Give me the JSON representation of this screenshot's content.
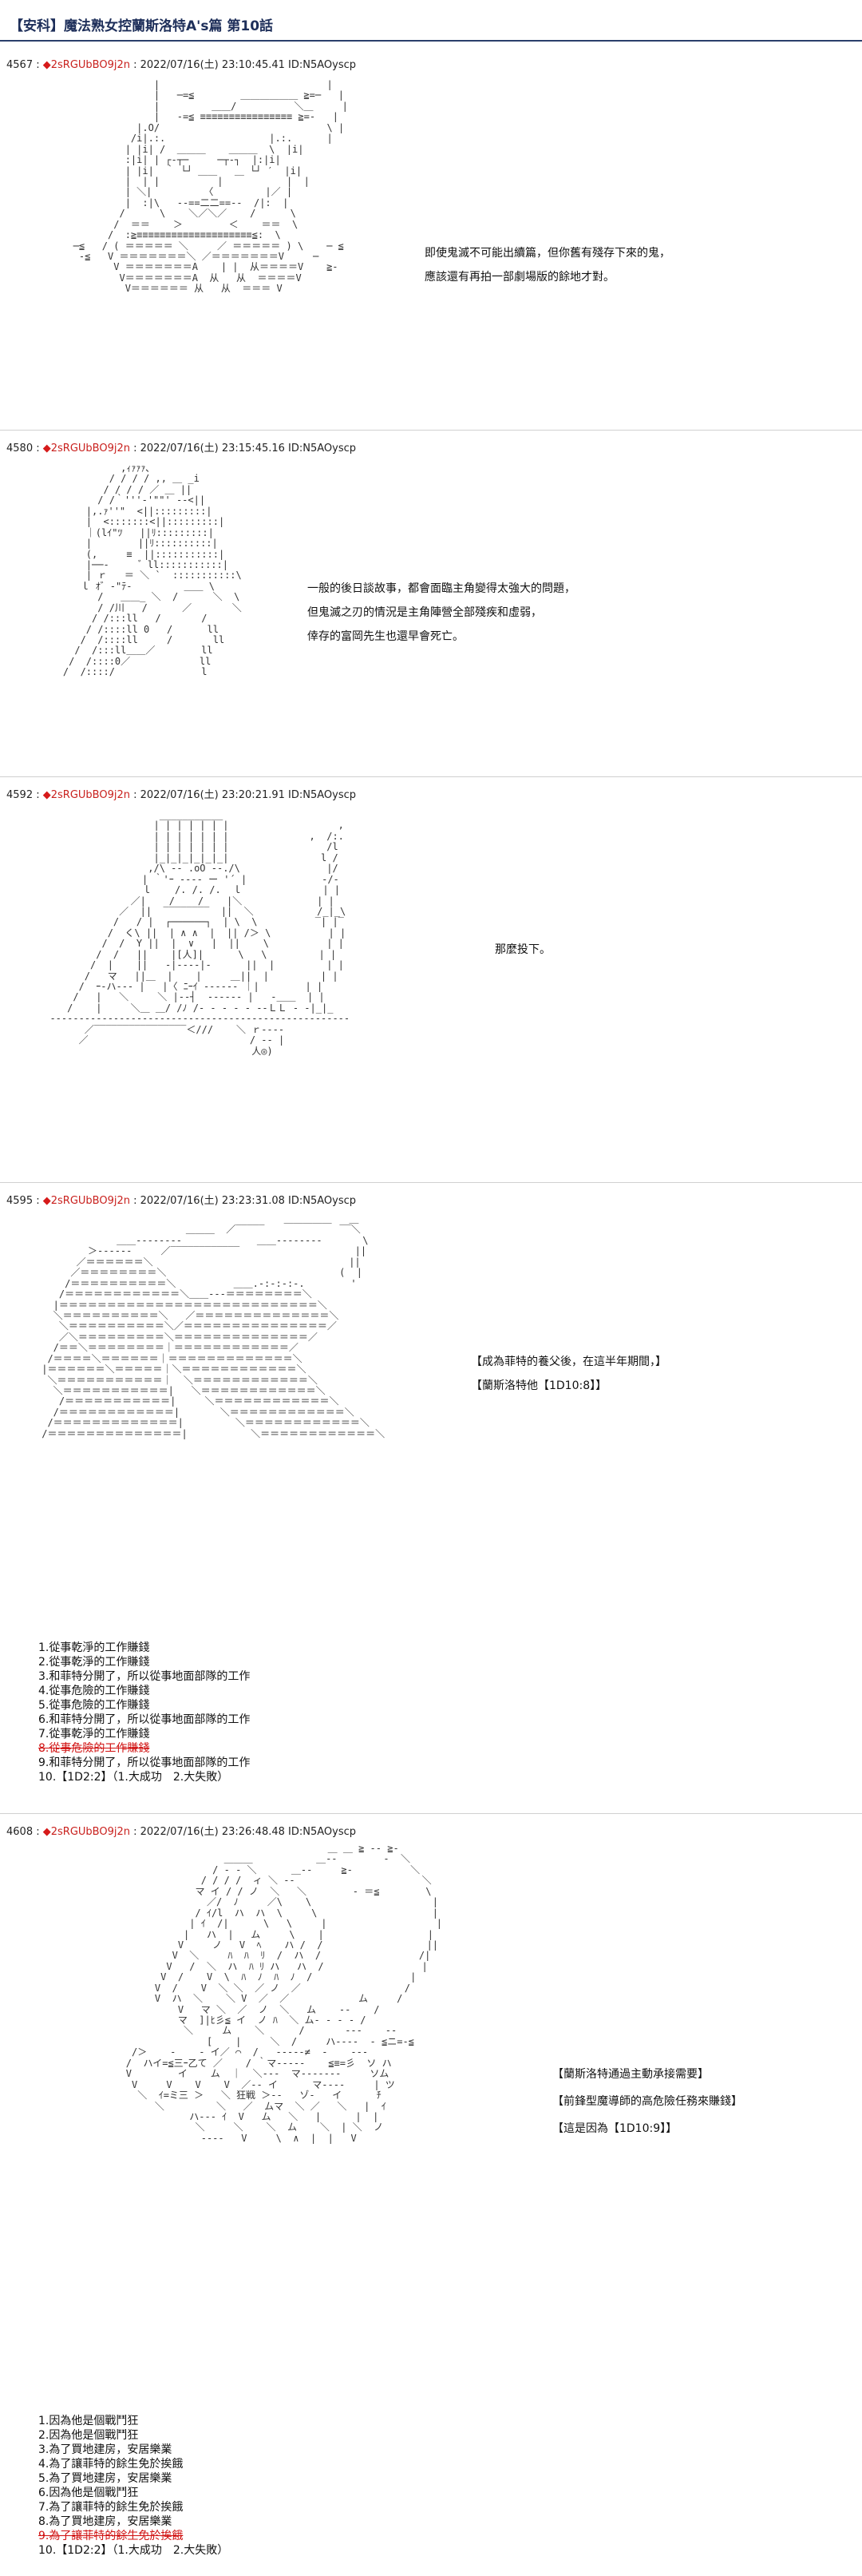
{
  "page_title": "【安科】魔法熟女控蘭斯洛特A's篇 第10話",
  "posts": [
    {
      "num": "4567",
      "name": "2sRGUbBO9j2n",
      "datetime": "2022/07/16(土) 23:10:45.41",
      "id": "ID:N5AOyscp",
      "lines": [
        "即使鬼滅不可能出續篇，但你舊有殘存下來的鬼，",
        "應該還有再拍一部劇場版的餘地才對。"
      ]
    },
    {
      "num": "4580",
      "name": "2sRGUbBO9j2n",
      "datetime": "2022/07/16(土) 23:15:45.16",
      "id": "ID:N5AOyscp",
      "lines": [
        "一般的後日談故事，都會面臨主角變得太強大的問題，",
        "但鬼滅之刃的情況是主角陣營全部殘疾和虛弱，",
        "倖存的富岡先生也還早會死亡。"
      ]
    },
    {
      "num": "4592",
      "name": "2sRGUbBO9j2n",
      "datetime": "2022/07/16(土) 23:20:21.91",
      "id": "ID:N5AOyscp",
      "lines": [
        "那麼投下。"
      ]
    },
    {
      "num": "4595",
      "name": "2sRGUbBO9j2n",
      "datetime": "2022/07/16(土) 23:23:31.08",
      "id": "ID:N5AOyscp",
      "lines": [
        "【成為菲特的養父後，在這半年期間，】",
        "【蘭斯洛特他【1D10:8】】"
      ],
      "choices": [
        "1.從事乾淨的工作賺錢",
        "2.從事乾淨的工作賺錢",
        "3.和菲特分開了，所以從事地面部隊的工作",
        "4.從事危險的工作賺錢",
        "5.從事危險的工作賺錢",
        "6.和菲特分開了，所以從事地面部隊的工作",
        "7.從事乾淨的工作賺錢",
        "8.從事危險的工作賺錢",
        "9.和菲特分開了，所以從事地面部隊的工作",
        "10.【1D2:2】（1.大成功　2.大失敗）"
      ]
    },
    {
      "num": "4608",
      "name": "2sRGUbBO9j2n",
      "datetime": "2022/07/16(土) 23:26:48.48",
      "id": "ID:N5AOyscp",
      "lines": [
        "【蘭斯洛特通過主動承接需要】",
        "【前鋒型魔導師的高危險任務來賺錢】",
        "【這是因為【1D10:9】】"
      ],
      "choices": [
        "1.因為他是個戰鬥狂",
        "2.因為他是個戰鬥狂",
        "3.為了買地建房，安居樂業",
        "4.為了讓菲特的餘生免於挨餓",
        "5.為了買地建房，安居樂業",
        "6.因為他是個戰鬥狂",
        "7.為了讓菲特的餘生免於挨餓",
        "8.為了買地建房，安居樂業",
        "9.為了讓菲特的餘生免於挨餓",
        "10.【1D2:2】（1.大成功　2.大失敗）"
      ]
    }
  ]
}
